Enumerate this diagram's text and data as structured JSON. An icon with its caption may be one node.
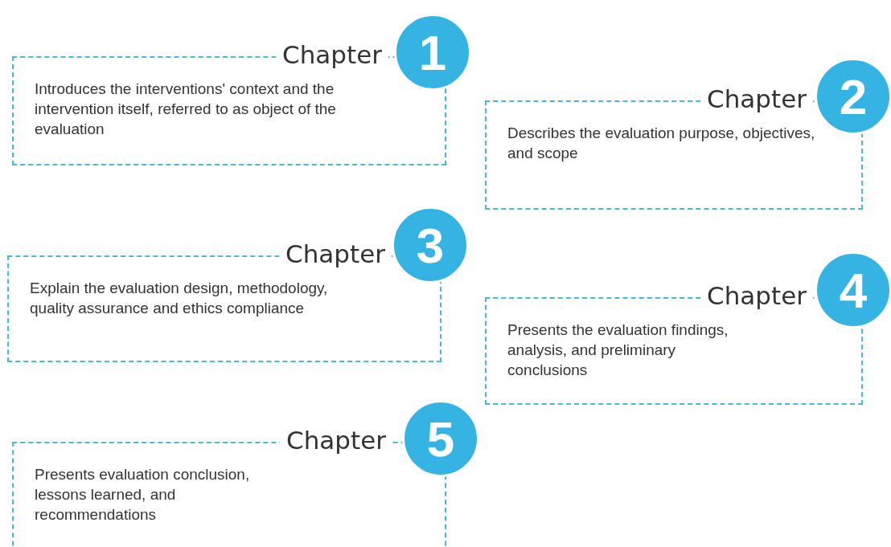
{
  "diagram": {
    "nodes": [
      {
        "text": [
          "Chapter",
          "Introduces the interventions' context and the intervention itself, referred to as object of the evaluation"
        ]
      },
      {
        "text": [
          "1"
        ]
      },
      {
        "text": [
          "Chapter",
          "Describes the evaluation purpose, objectives, and scope"
        ]
      },
      {
        "text": [
          "2"
        ]
      },
      {
        "text": [
          "Chapter",
          "Explain the evaluation design, methodology, quality assurance and ethics compliance"
        ]
      },
      {
        "text": [
          "3"
        ]
      },
      {
        "text": [
          "Chapter",
          "Presents the evaluation findings, analysis, and preliminary conclusions"
        ]
      },
      {
        "text": [
          "4"
        ]
      },
      {
        "text": [
          "Chapter",
          "Presents evaluation conclusion, lessons learned, and recommendations"
        ]
      },
      {
        "text": [
          "5"
        ]
      }
    ]
  }
}
